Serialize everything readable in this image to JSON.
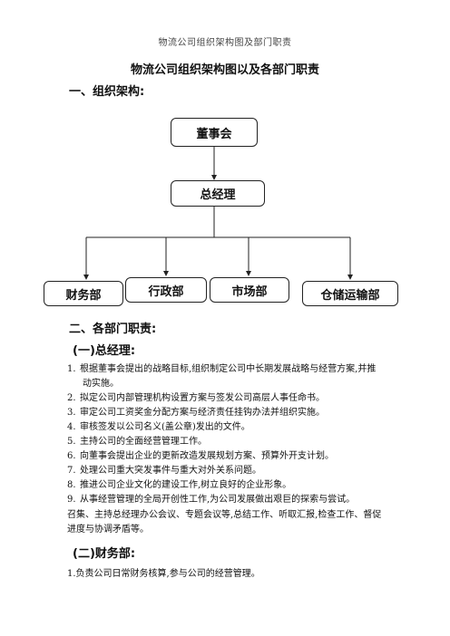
{
  "header": {
    "running_title": "物流公司组织架构图及部门职责"
  },
  "doc_title": "物流公司组织架构图以及各部门职责",
  "section1": {
    "heading": "一、组织架构:"
  },
  "org_chart": {
    "top": "董事会",
    "middle": "总经理",
    "departments": [
      "财务部",
      "行政部",
      "市场部",
      "仓储运输部"
    ]
  },
  "section2": {
    "heading": "二、各部门职责:"
  },
  "gm": {
    "heading": "(一)总经理:",
    "items": [
      {
        "num": "1.",
        "text": "根据董事会提出的战略目标,组织制定公司中长期发展战略与经营方案,并推",
        "cont": "动实施。"
      },
      {
        "num": "2.",
        "text": "拟定公司内部管理机构设置方案与签发公司高层人事任命书。"
      },
      {
        "num": "3.",
        "text": "审定公司工资奖金分配方案与经济责任挂钩办法并组织实施。"
      },
      {
        "num": "4.",
        "text": "审核签发以公司名义(盖公章)发出的文件。"
      },
      {
        "num": "5.",
        "text": "主持公司的全面经营管理工作。"
      },
      {
        "num": "6.",
        "text": "向董事会提出企业的更新改造发展规划方案、预算外开支计划。"
      },
      {
        "num": "7.",
        "text": "处理公司重大突发事件与重大对外关系问题。"
      },
      {
        "num": "8.",
        "text": "推进公司企业文化的建设工作,树立良好的企业形象。"
      },
      {
        "num": "9.",
        "text": "从事经营管理的全局开创性工作,为公司发展做出艰巨的探索与尝试。"
      }
    ],
    "extra_line1": "召集、主持总经理办公会议、专题会议等,总结工作、听取汇报,检查工作、督促",
    "extra_line2": "进度与协调矛盾等。"
  },
  "finance": {
    "heading": "(二)财务部:",
    "item1": "1.负责公司日常财务核算,参与公司的经营管理。"
  }
}
